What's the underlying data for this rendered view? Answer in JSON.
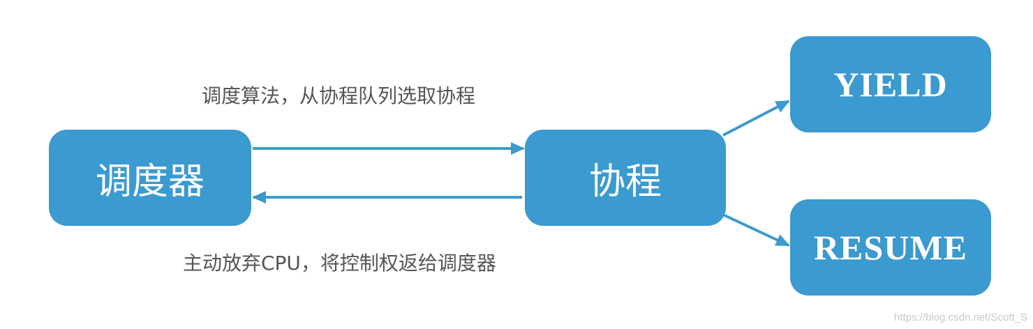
{
  "nodes": {
    "scheduler": "调度器",
    "coroutine": "协程",
    "yield": "YIELD",
    "resume": "RESUME"
  },
  "edges": {
    "forward_label": "调度算法，从协程队列选取协程",
    "backward_label": "主动放弃CPU，将控制权返给调度器"
  },
  "watermark": "https://blog.csdn.net/Scott_S",
  "colors": {
    "node_fill": "#3b9acf",
    "arrow": "#3b9acf",
    "node_text": "#ffffff",
    "label_text": "#555555"
  }
}
